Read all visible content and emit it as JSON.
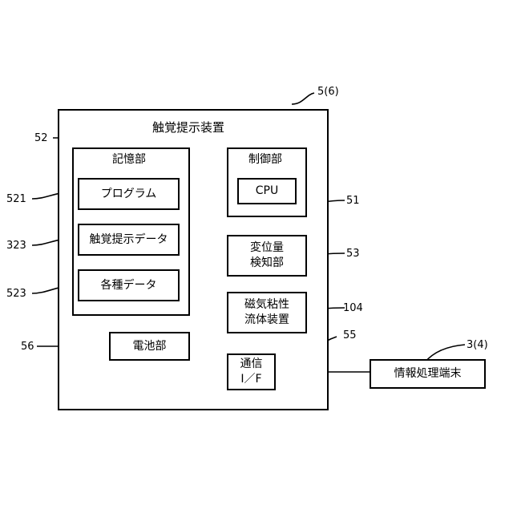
{
  "device": {
    "title": "触覚提示装置",
    "ref": "5(6)"
  },
  "storage": {
    "label": "記憶部",
    "ref": "52",
    "items": [
      {
        "label": "プログラム",
        "ref": "521"
      },
      {
        "label": "触覚提示データ",
        "ref": "323"
      },
      {
        "label": "各種データ",
        "ref": "523"
      }
    ]
  },
  "battery": {
    "label": "電池部",
    "ref": "56"
  },
  "control": {
    "label": "制御部",
    "ref": "51",
    "cpu": "CPU"
  },
  "displacement": {
    "line1": "変位量",
    "line2": "検知部",
    "ref": "53"
  },
  "mrf": {
    "line1": "磁気粘性",
    "line2": "流体装置",
    "ref": "104"
  },
  "comm": {
    "line1": "通信",
    "line2": "I／F",
    "ref": "55"
  },
  "terminal": {
    "label": "情報処理端末",
    "ref": "3(4)"
  }
}
